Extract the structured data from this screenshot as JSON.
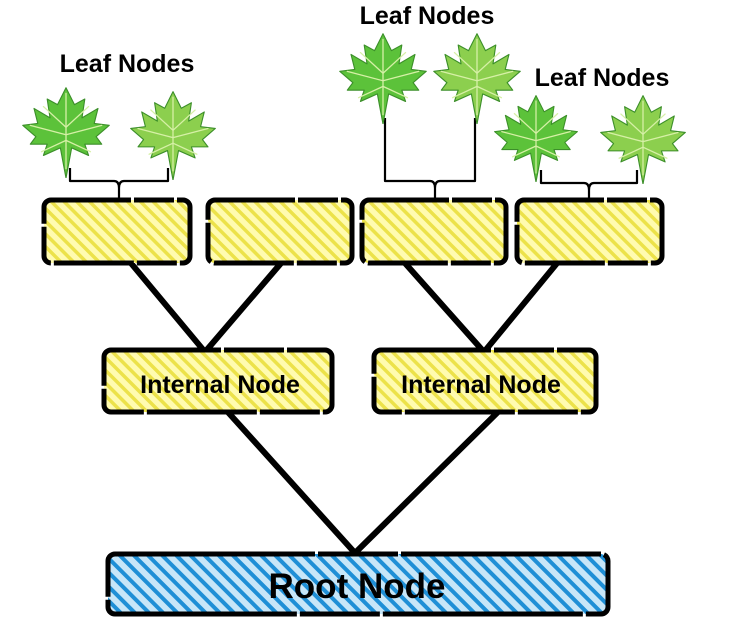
{
  "labels": {
    "leaf_group_1": "Leaf Nodes",
    "leaf_group_2": "Leaf Nodes",
    "leaf_group_3": "Leaf Nodes",
    "internal_node_1": "Internal Node",
    "internal_node_2": "Internal Node",
    "root_node": "Root Node"
  },
  "colors": {
    "edge": "#000000",
    "small_box_fill": "#fffbb0",
    "small_box_stripe": "#ece24a",
    "root_fill": "#bfe3f7",
    "root_stripe": "#1f8fd6",
    "leaf_dark": "#5cc23a",
    "leaf_light": "#8ccf4e",
    "leaf_vein": "#d6f0a6",
    "bracket": "#000000"
  },
  "icons": {
    "leaf": "maple-leaf-icon"
  }
}
